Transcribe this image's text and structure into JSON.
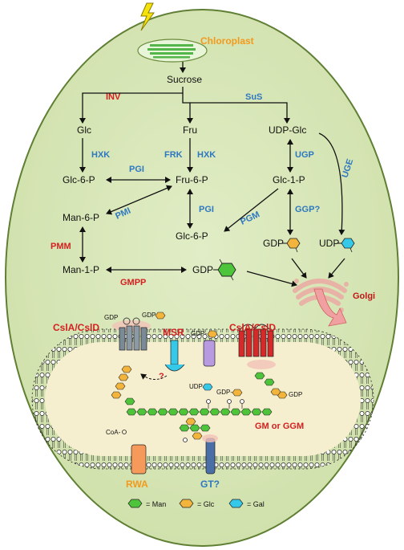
{
  "colors": {
    "cell_fill": "#d7e6b8",
    "cell_stroke": "#6a8a3c",
    "enzyme_blue": "#2e78c0",
    "enzyme_red": "#d42020",
    "label_orange": "#f29a1c",
    "mannose_green": "#4dc43a",
    "glucose_yellow": "#f2b43a",
    "galactose_cyan": "#35c8e8",
    "golgi_red": "#c01818"
  },
  "organelles": {
    "chloroplast": "Chloroplast",
    "golgi": "Golgi"
  },
  "metabolites": {
    "sucrose": "Sucrose",
    "glc": "Glc",
    "fru": "Fru",
    "udp_glc": "UDP-Glc",
    "glc6p": "Glc-6-P",
    "fru6p": "Fru-6-P",
    "glc1p": "Glc-1-P",
    "man6p": "Man-6-P",
    "glc6p_b": "Glc-6-P",
    "man1p": "Man-1-P",
    "gdp": "GDP",
    "udp": "UDP",
    "gdp_man": "GDP",
    "coa": "CoA-",
    "gdp_top1": "GDP",
    "gdp_top2": "GDP-",
    "gdp_mid": "GDP-",
    "udp_mid": "UDP-",
    "gdp_lower": "GDP-",
    "gdp_right": "GDP"
  },
  "enzymes": {
    "inv": "INV",
    "sus": "SuS",
    "hxk1": "HXK",
    "frk": "FRK",
    "hxk2": "HXK",
    "ugp": "UGP",
    "uge": "UGE",
    "pgi1": "PGI",
    "pgi2": "PGI",
    "pmi": "PMI",
    "pgm": "PGM",
    "ggp": "GGP?",
    "pmm": "PMM",
    "gmpp": "GMPP"
  },
  "membrane_proteins": {
    "csl_left": "CslA/CslD",
    "msr": "MSR",
    "csl_right": "CslA/CslD",
    "rwa": "RWA",
    "gt": "GT?",
    "product": "GM or GGM",
    "question": "?"
  },
  "legend": [
    {
      "icon": "mannose-icon",
      "label": "= Man"
    },
    {
      "icon": "glucose-icon",
      "label": "= Glc"
    },
    {
      "icon": "galactose-icon",
      "label": "= Gal"
    }
  ]
}
